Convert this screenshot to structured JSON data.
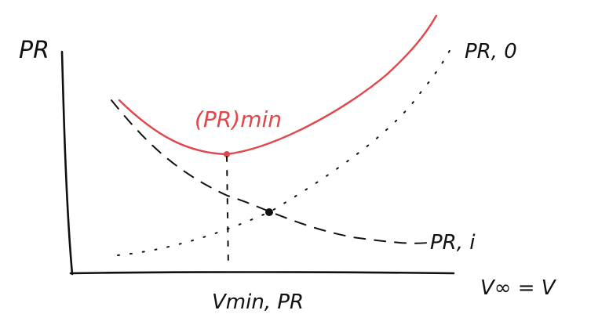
{
  "labels": {
    "y_axis": "PR",
    "x_axis": "V∞ = V",
    "x_mark": "Vmin, PR",
    "min_label": "(PR)min",
    "curve_zero_lift": "PR, 0",
    "curve_induced": "PR, i"
  },
  "colors": {
    "ink": "#111111",
    "highlight": "#e0464a"
  }
}
